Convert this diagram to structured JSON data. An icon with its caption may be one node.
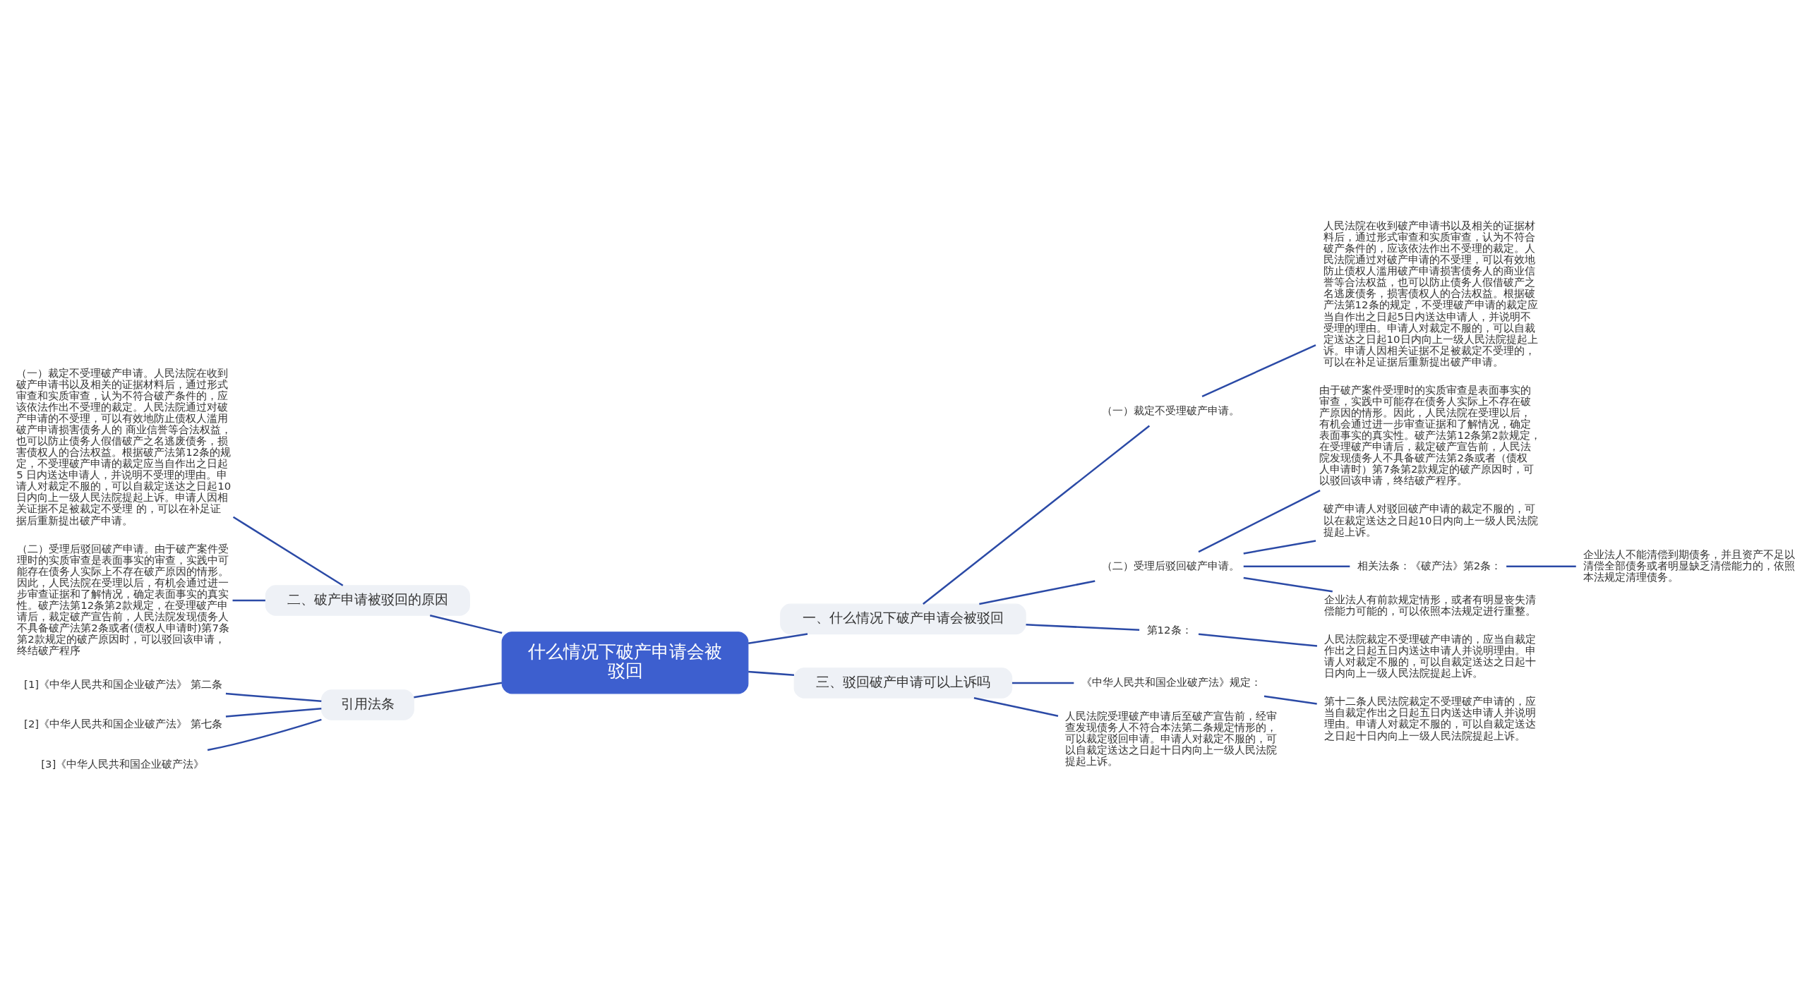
{
  "diagram": {
    "nodes": [
      {
        "text": [
          "什么情况下破产申请会被驳回"
        ]
      },
      {
        "text": [
          "一、什么情况下破产申请会被驳回"
        ]
      },
      {
        "text": [
          "（一）裁定不受理破产申请。"
        ]
      },
      {
        "text": [
          "人民法院在收到破产申请书以及相关的证据材料后，通过形式审查和实质审查，认为不符合破产条件的，应该依法作出不受理的裁定。人民法院通过对破产申请的不受理，可以有效地防止债权人滥用破产申请损害债务人的商业信誉等合法权益，也可以防止债务人假借破产之名逃废债务，损害债权人的合法权益。根据破产法第12条的规定，不受理破产申请的裁定应当自作出之日起5日内送达申请人，并说明不受理的理由。申请人对裁定不服的，可以自裁定送达之日起10日内向上一级人民法院提起上诉。申请人因相关证据不足被裁定不受理的，可以在补足证据后重新提出破产申请。"
        ]
      },
      {
        "text": [
          "（二）受理后驳回破产申请。"
        ]
      },
      {
        "text": [
          "由于破产案件受理时的实质审查是表面事实的审查，实践中可能存在债务人实际上不存在破产原因的情形。因此，人民法院在受理以后，有机会通过进一步审查证据和了解情况，确定表面事实的真实性。破产法第12条第2款规定，在受理破产申请后，裁定破产宣告前，人民法院发现债务人不具备破产法第2条或者（债权人申请时）第7条第2款规定的破产原因时，可以驳回该申请，终结破产程序。"
        ]
      },
      {
        "text": [
          "破产申请人对驳回破产申请的裁定不服的，可以在裁定送达之日起10日内向上一级人民法院提起上诉。"
        ]
      },
      {
        "text": [
          "相关法条：《破产法》第2条："
        ]
      },
      {
        "text": [
          "企业法人不能清偿到期债务，并且资产不足以清偿全部债务或者明显缺乏清偿能力的，依照本法规定清理债务。"
        ]
      },
      {
        "text": [
          "企业法人有前款规定情形，或者有明显丧失清偿能力可能的，可以依照本法规定进行重整。"
        ]
      },
      {
        "text": [
          "第12条："
        ]
      },
      {
        "text": [
          "人民法院裁定不受理破产申请的，应当自裁定作出之日起五日内送达申请人并说明理由。申请人对裁定不服的，可以自裁定送达之日起十日内向上一级人民法院提起上诉。"
        ]
      },
      {
        "text": [
          "二、破产申请被驳回的原因"
        ]
      },
      {
        "text": [
          "（一）裁定不受理破产申请。人民法院在收到破产申请书以及相关的证据材料后，通过形式审查和实质审查，认为不符合破产条件的，应该依法作出不受理的裁定。人民法院通过对破产申请的不受理，可以有效地防止债权人滥用破产申请损害债务人的 商业信誉等合法权益，也可以防止债务人假借破产之名逃废债务，损害债权人的合法权益。根据破产法第12条的规定，不受理破产申请的裁定应当自作出之日起5 日内送达申请人，并说明不受理的理由。申请人对裁定不服的，可以自裁定送达之日起10日内向上一级人民法院提起上诉。申请人因相关证据不足被裁定不受理 的，可以在补足证据后重新提出破产申请。"
        ]
      },
      {
        "text": [
          "（二）受理后驳回破产申请。由于破产案件受理时的实质审查是表面事实的审查，实践中可能存在债务人实际上不存在破产原因的情形。因此，人民法院在受理以后，有机会通过进一步审查证据和了解情况，确定表面事实的真实性。破产法第12条第2款规定，在受理破产申请后，裁定破产宣告前，人民法院发现债务人不具备破产法第2条或者(债权人申请时)第7条第2款规定的破产原因时，可以驳回该申请，终结破产程序"
        ]
      },
      {
        "text": [
          "引用法条"
        ]
      },
      {
        "text": [
          "[1]《中华人民共和国企业破产法》 第二条"
        ]
      },
      {
        "text": [
          "[2]《中华人民共和国企业破产法》 第七条"
        ]
      },
      {
        "text": [
          "[3]《中华人民共和国企业破产法》"
        ]
      },
      {
        "text": [
          "三、驳回破产申请可以上诉吗"
        ]
      },
      {
        "text": [
          "《中华人民共和国企业破产法》规定："
        ]
      },
      {
        "text": [
          "第十二条人民法院裁定不受理破产申请的，应当自裁定作出之日起五日内送达申请人并说明理由。申请人对裁定不服的，可以自裁定送达之日起十日内向上一级人民法院提起上诉。"
        ]
      },
      {
        "text": [
          "人民法院受理破产申请后至破产宣告前，经审查发现债务人不符合本法第二条规定情形的，可以裁定驳回申请。申请人对裁定不服的，可以自裁定送达之日起十日内向上一级人民法院提起上诉。"
        ]
      }
    ],
    "edges": [
      {
        "from": 0,
        "to": 1,
        "arrow": "none"
      },
      {
        "from": 1,
        "to": 2,
        "arrow": "none"
      },
      {
        "from": 2,
        "to": 3,
        "arrow": "none"
      },
      {
        "from": 1,
        "to": 4,
        "arrow": "none"
      },
      {
        "from": 4,
        "to": 5,
        "arrow": "none"
      },
      {
        "from": 4,
        "to": 6,
        "arrow": "none"
      },
      {
        "from": 4,
        "to": 7,
        "arrow": "none"
      },
      {
        "from": 7,
        "to": 8,
        "arrow": "none"
      },
      {
        "from": 4,
        "to": 9,
        "arrow": "none"
      },
      {
        "from": 1,
        "to": 10,
        "arrow": "none"
      },
      {
        "from": 10,
        "to": 11,
        "arrow": "none"
      },
      {
        "from": 12,
        "to": 0,
        "arrow": "none"
      },
      {
        "from": 13,
        "to": 12,
        "arrow": "none"
      },
      {
        "from": 14,
        "to": 12,
        "arrow": "none"
      },
      {
        "from": 15,
        "to": 0,
        "arrow": "none"
      },
      {
        "from": 16,
        "to": 15,
        "arrow": "none"
      },
      {
        "from": 17,
        "to": 15,
        "arrow": "none"
      },
      {
        "from": 18,
        "to": 15,
        "arrow": "none"
      },
      {
        "from": 0,
        "to": 19,
        "arrow": "none"
      },
      {
        "from": 19,
        "to": 20,
        "arrow": "none"
      },
      {
        "from": 20,
        "to": 21,
        "arrow": "none"
      },
      {
        "from": 19,
        "to": 22,
        "arrow": "none"
      }
    ]
  }
}
